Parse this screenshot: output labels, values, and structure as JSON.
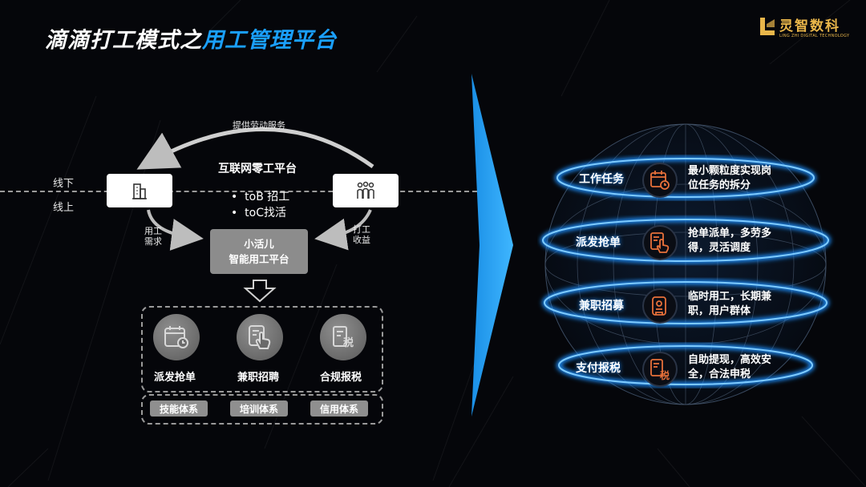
{
  "title": {
    "main": "滴滴打工模式之",
    "highlight": "用工管理平台"
  },
  "logo": {
    "cn": "灵智数科",
    "en": "LING ZHI DIGITAL TECHNOLOGY"
  },
  "left": {
    "offline_label": "线下",
    "online_label": "线上",
    "top_arc_label": "提供劳动服务",
    "platform_title": "互联网零工平台",
    "bullets": [
      "toB 招工",
      "toC找活"
    ],
    "left_arrow_label": [
      "用工",
      "需求"
    ],
    "right_arrow_label": [
      "打工",
      "收益"
    ],
    "center_box": [
      "小活儿",
      "智能用工平台"
    ],
    "features": [
      "派发抢单",
      "兼职招聘",
      "合规报税"
    ],
    "systems": [
      "技能体系",
      "培训体系",
      "信用体系"
    ],
    "icons": [
      "building-icon",
      "people-icon",
      "calendar-icon",
      "touch-hand-icon",
      "tax-icon"
    ]
  },
  "right": {
    "rings": [
      {
        "label": "工作任务",
        "icon": "calendar-icon",
        "desc": [
          "最小颗粒度实现岗",
          "位任务的拆分"
        ]
      },
      {
        "label": "派发抢单",
        "icon": "touch-hand-icon",
        "desc": [
          "抢单派单，多劳多",
          "得，灵活调度"
        ]
      },
      {
        "label": "兼职招募",
        "icon": "id-card-icon",
        "desc": [
          "临时用工，长期兼",
          "职，用户群体"
        ]
      },
      {
        "label": "支付报税",
        "icon": "tax-icon",
        "desc": [
          "自助提现，高效安",
          "全，合法申税"
        ]
      }
    ]
  },
  "colors": {
    "accent_blue": "#1aa0ff",
    "logo_gold": "#e9b64a",
    "badge_orange": "#e8713a",
    "gray_box": "#8c8c8c"
  }
}
